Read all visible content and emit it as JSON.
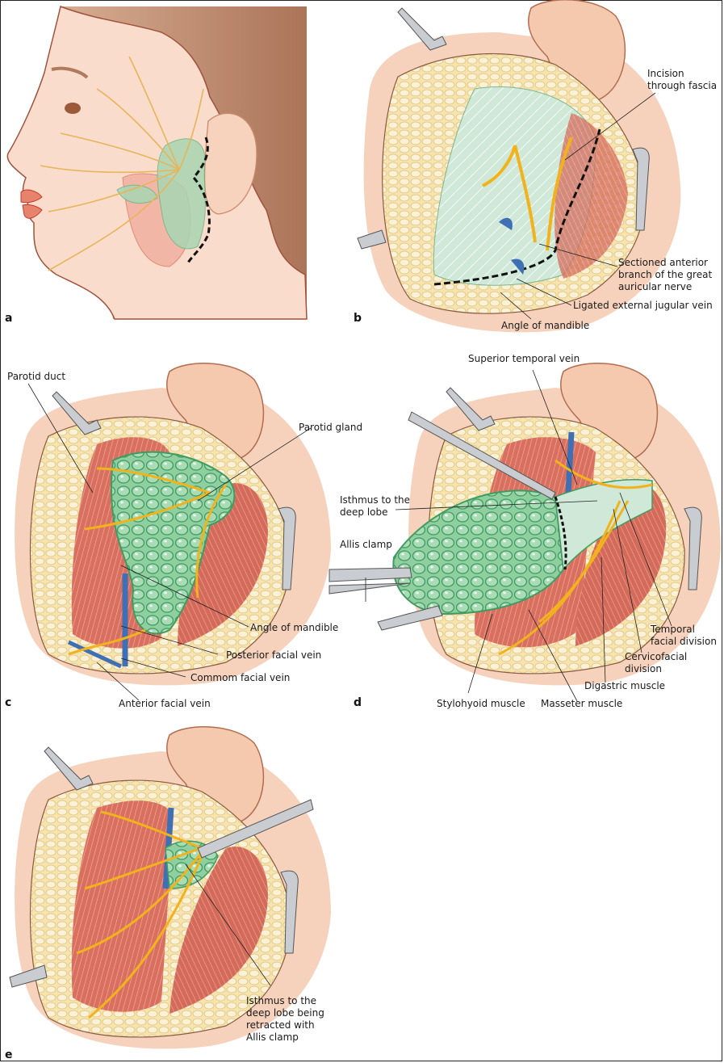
{
  "figure": {
    "panels": [
      {
        "letter": "a",
        "labels": []
      },
      {
        "letter": "b",
        "labels": [
          "Incision\nthrough fascia",
          "Sectioned anterior\nbranch of the great\nauricular nerve",
          "Ligated external jugular vein",
          "Angle of mandible"
        ]
      },
      {
        "letter": "c",
        "labels": [
          "Parotid duct",
          "Parotid gland",
          "Angle of mandible",
          "Posterior facial vein",
          "Commom facial vein",
          "Anterior facial vein"
        ]
      },
      {
        "letter": "d",
        "labels": [
          "Superior temporal vein",
          "Isthmus to the\ndeep lobe",
          "Allis clamp",
          "Temporal\nfacial division",
          "Cervicofacial\ndivision",
          "Digastric muscle",
          "Stylohyoid muscle",
          "Masseter muscle"
        ]
      },
      {
        "letter": "e",
        "labels": [
          "Isthmus to the\ndeep lobe being\nretracted with\nAllis clamp"
        ]
      }
    ]
  },
  "colors": {
    "skin": "#f7d9c4",
    "skin_dark": "#f2c9b0",
    "hair": "#b07a5e",
    "fat": "#f6e4b0",
    "muscle": "#d9705f",
    "gland": "#8fcf9f",
    "nerve": "#f2b21c",
    "vein": "#3f6fb5",
    "instrument": "#c9ccd1"
  }
}
